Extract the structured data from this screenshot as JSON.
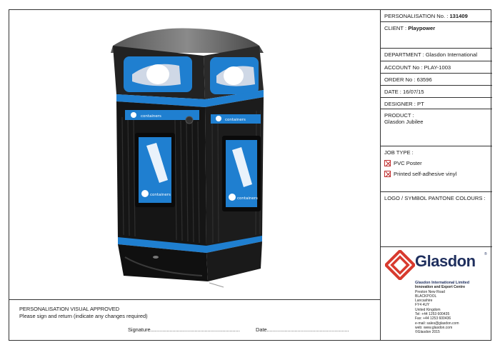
{
  "approval": {
    "line1": "PERSONALISATION VISUAL APPROVED",
    "line2": "Please sign and return (indicate any changes required)",
    "signature": "Signature.............................................................",
    "date": "Date........................................................"
  },
  "panel": {
    "personalisation_label": "PERSONALISATION No. :",
    "personalisation_no": "131409",
    "client_label": "CLIENT :",
    "client": "Playpower",
    "department_label": "DEPARTMENT :",
    "department": "Glasdon International",
    "account_label": "ACCOUNT No :",
    "account": "PLAY-1003",
    "order_label": "ORDER No :",
    "order": "63596",
    "date_label": "DATE :",
    "date": "16/07/15",
    "designer_label": "DESIGNER :",
    "designer": "PT",
    "product_label": "PRODUCT :",
    "product": "Glasdon Jubilee",
    "job_type_label": "JOB TYPE :",
    "job_types": [
      "PVC Poster",
      "Printed self-adhesive vinyl"
    ],
    "pantone_label": "LOGO / SYMBOL PANTONE COLOURS :"
  },
  "bin": {
    "label": "containers",
    "accent": "#1f7fd0",
    "body": "#111111"
  },
  "company": {
    "brand": "Glasdon",
    "reg": "®",
    "name": "Glasdon International Limited",
    "centre": "Innovation and Export Centre",
    "address": [
      "Preston New Road",
      "BLACKPOOL",
      "Lancashire",
      "FY4 4UY",
      "United Kingdom"
    ],
    "tel": "Tel:    +44 1253 600435",
    "fax": "Fax:    +44 1253 600436",
    "email": "e-mail: sales@glasdon.com",
    "web": "web:    www.glasdon.com",
    "copyright": "©Glasdon 2015",
    "logo_color": "#d83a2e"
  }
}
